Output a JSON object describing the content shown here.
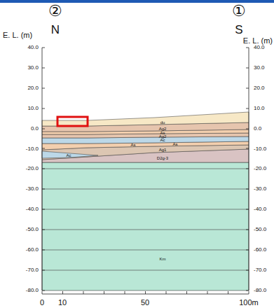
{
  "diagram": {
    "labels": [
      "②",
      "N",
      "①",
      "S",
      "E. L. (m)",
      "E. L. (m)",
      "40.0",
      "30.0",
      "20.0",
      "10.0",
      "0.0",
      "-10.0",
      "-20.0",
      "-30.0",
      "-40.0",
      "-50.0",
      "-60.0",
      "-70.0",
      "-80.0",
      "40.0",
      "30.0",
      "20.0",
      "10.0",
      "0.0",
      "-10.0",
      "-20.0",
      "-30.0",
      "-40.0",
      "-50.0",
      "-60.0",
      "-70.0",
      "-80.0",
      "0",
      "10",
      "50",
      "100m",
      "du",
      "Ag2",
      "As",
      "Ag2",
      "Ac",
      "As",
      "As",
      "Ag1",
      "Ac",
      "D2g-3",
      "Km"
    ]
  }
}
